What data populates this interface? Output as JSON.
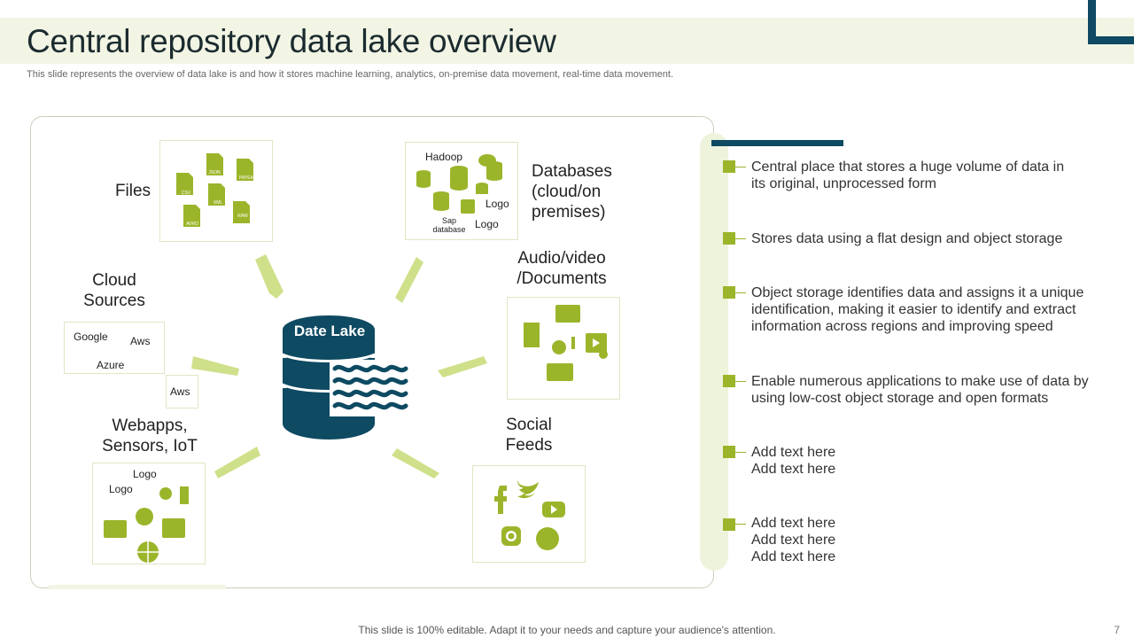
{
  "header": {
    "title": "Central repository data lake overview",
    "subtitle": "This slide represents the overview of data lake is and how it stores machine learning, analytics, on-premise data movement, real-time data movement."
  },
  "diagram": {
    "center_label": "Date Lake",
    "files": {
      "label": "Files",
      "file_tags": [
        "CSV",
        "JSON",
        "PAYEA",
        "XML",
        "AVRO",
        "RAW"
      ]
    },
    "databases": {
      "label": "Databases (cloud/on premises)",
      "hadoop": "Hadoop",
      "logo1": "Logo",
      "logo2": "Logo",
      "sap": "Sap database"
    },
    "cloud": {
      "label": "Cloud Sources",
      "google": "Google",
      "aws1": "Aws",
      "azure": "Azure",
      "aws2": "Aws"
    },
    "audio": {
      "label": "Audio/video /Documents"
    },
    "webapps": {
      "label": "Webapps, Sensors, IoT",
      "logo1": "Logo",
      "logo2": "Logo"
    },
    "social": {
      "label": "Social Feeds"
    }
  },
  "bullets": [
    {
      "text": "Central place that stores a huge volume of data in its original, unprocessed form"
    },
    {
      "text": "Stores data using a flat design and object storage"
    },
    {
      "text": "Object storage identifies data and assigns it a unique identification, making it easier to identify and extract information across regions and improving speed"
    },
    {
      "text": "Enable numerous applications to make use of data by using low-cost object storage and open formats"
    },
    {
      "text": "Add text here\nAdd text here"
    },
    {
      "text": "Add text here\nAdd text here\nAdd text here"
    }
  ],
  "footer": {
    "note": "This slide is 100% editable. Adapt it to your needs and capture your audience's attention.",
    "page": "7"
  },
  "colors": {
    "accent_green": "#9bb52b",
    "light_green": "#cfe08a",
    "navy": "#0e4a62"
  }
}
